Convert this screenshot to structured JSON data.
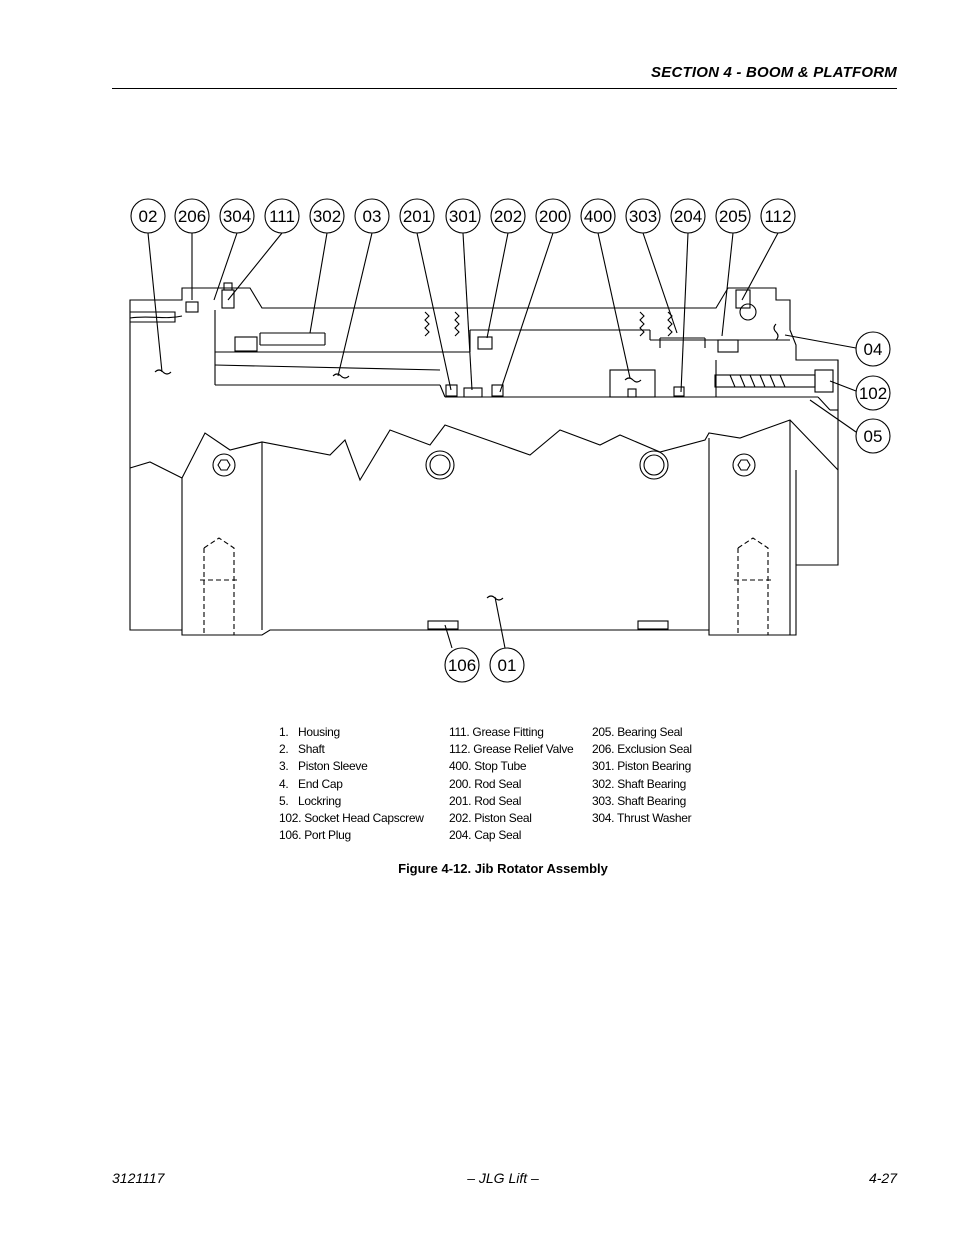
{
  "header": {
    "section_title": "SECTION 4 - BOOM & PLATFORM"
  },
  "figure": {
    "callouts_top": [
      "02",
      "206",
      "304",
      "111",
      "302",
      "03",
      "201",
      "301",
      "202",
      "200",
      "400",
      "303",
      "204",
      "205",
      "112"
    ],
    "callouts_right": [
      "04",
      "102",
      "05"
    ],
    "callouts_bottom": [
      "106",
      "01"
    ],
    "caption": "Figure 4-12.  Jib Rotator Assembly"
  },
  "legend": {
    "col1": [
      {
        "num": "1.",
        "label": "Housing"
      },
      {
        "num": "2.",
        "label": "Shaft"
      },
      {
        "num": "3.",
        "label": "Piston Sleeve"
      },
      {
        "num": "4.",
        "label": "End Cap"
      },
      {
        "num": "5.",
        "label": "Lockring"
      },
      {
        "text": "102. Socket Head Capscrew"
      },
      {
        "text": "106. Port Plug"
      }
    ],
    "col2": [
      "111. Grease Fitting",
      "112. Grease Relief Valve",
      "400. Stop Tube",
      "200. Rod Seal",
      "201. Rod Seal",
      "202. Piston Seal",
      "204. Cap Seal"
    ],
    "col3": [
      "205. Bearing Seal",
      "206. Exclusion Seal",
      "301. Piston Bearing",
      "302. Shaft Bearing",
      "303. Shaft Bearing",
      "304. Thrust Washer"
    ]
  },
  "footer": {
    "doc_number": "3121117",
    "center": "– JLG Lift –",
    "page": "4-27"
  }
}
